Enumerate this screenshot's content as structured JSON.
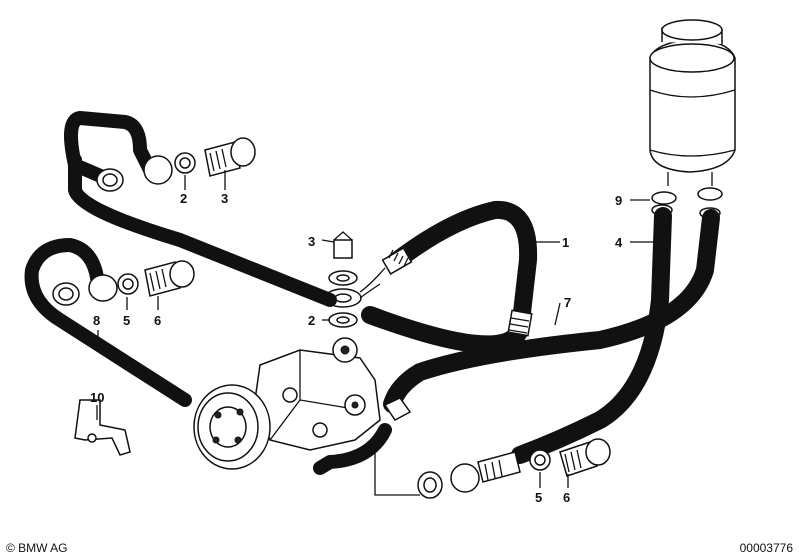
{
  "callouts": [
    {
      "id": "c1",
      "text": "1"
    },
    {
      "id": "c2a",
      "text": "2"
    },
    {
      "id": "c2b",
      "text": "2"
    },
    {
      "id": "c3a",
      "text": "3"
    },
    {
      "id": "c3b",
      "text": "3"
    },
    {
      "id": "c4",
      "text": "4"
    },
    {
      "id": "c5a",
      "text": "5"
    },
    {
      "id": "c5b",
      "text": "5"
    },
    {
      "id": "c6a",
      "text": "6"
    },
    {
      "id": "c6b",
      "text": "6"
    },
    {
      "id": "c7",
      "text": "7"
    },
    {
      "id": "c8",
      "text": "8"
    },
    {
      "id": "c9",
      "text": "9"
    },
    {
      "id": "c10",
      "text": "10"
    }
  ],
  "footer": {
    "copyright": "© BMW AG",
    "diagram_id": "00003776"
  }
}
